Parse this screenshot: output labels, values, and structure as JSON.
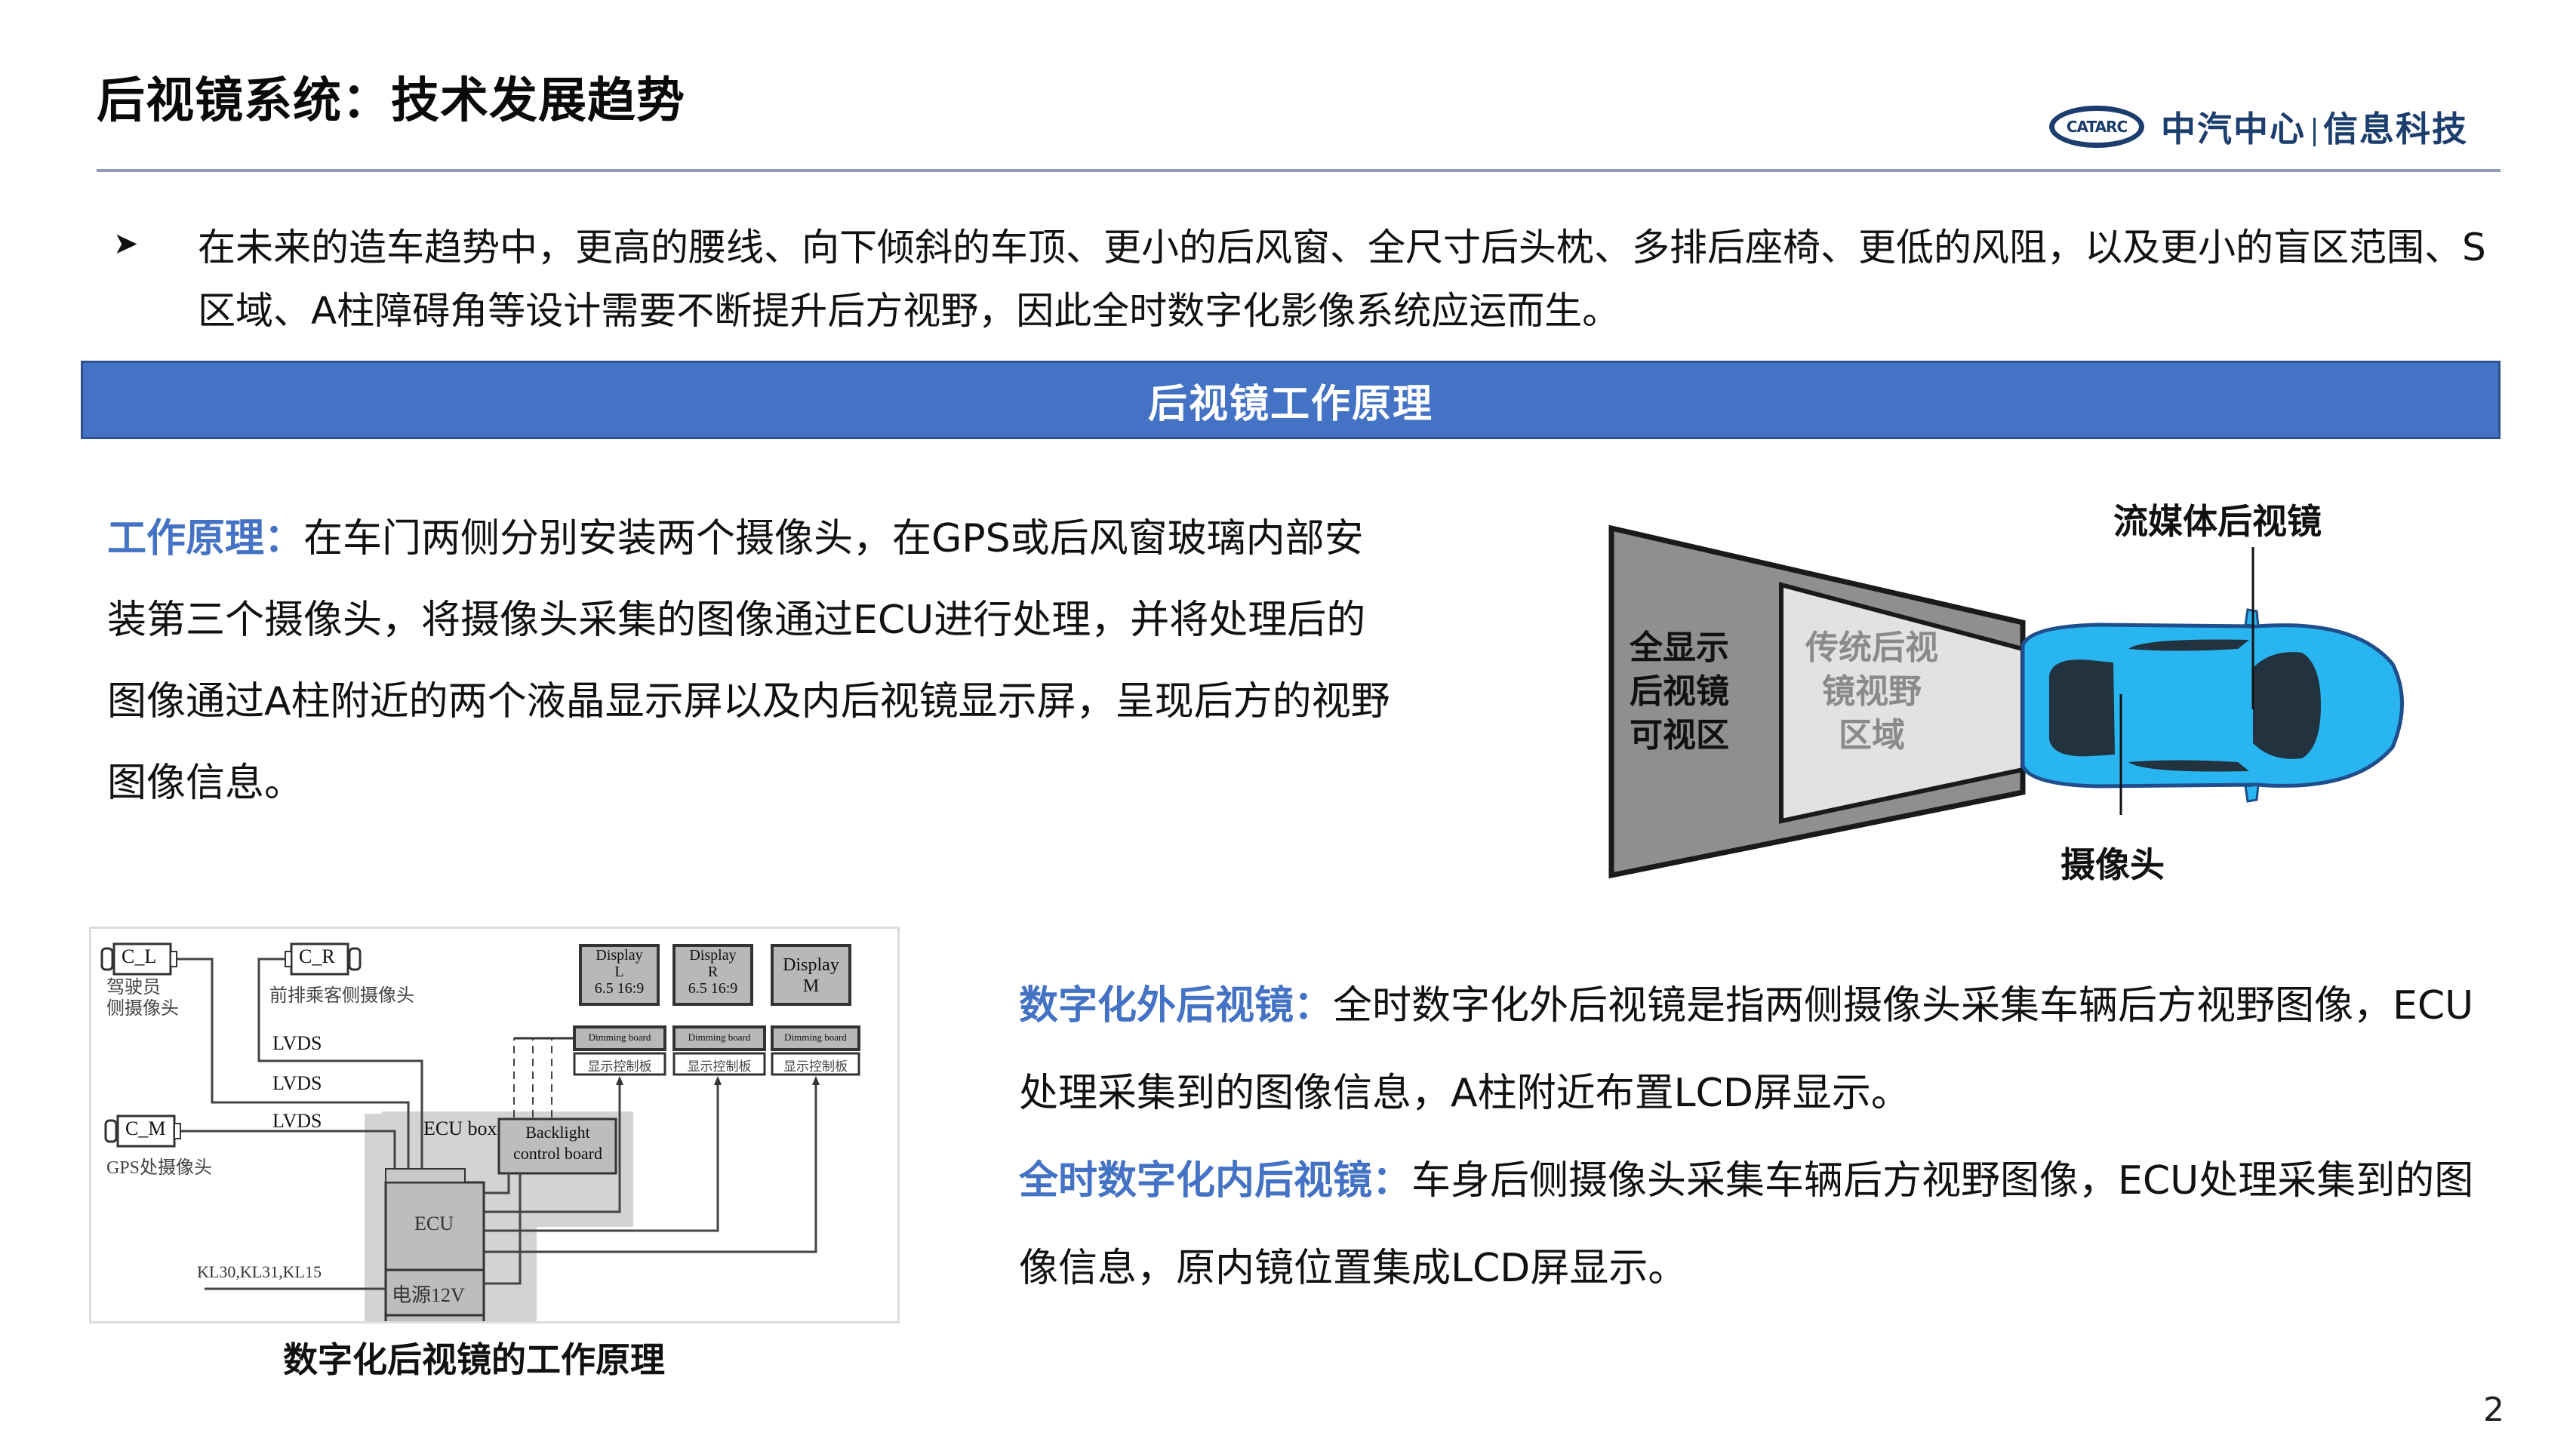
{
  "header": {
    "title": "后视镜系统：技术发展趋势",
    "logo": {
      "emblem_text": "CATARC",
      "org_name": "中汽中心",
      "division": "信息科技",
      "color": "#1c3e6e"
    }
  },
  "intro": {
    "bullet_icon": "arrowhead-bullet-icon",
    "text": "在未来的造车趋势中，更高的腰线、向下倾斜的车顶、更小的后风窗、全尺寸后头枕、多排后座椅、更低的风阻，以及更小的盲区范围、S区域、A柱障碍角等设计需要不断提升后方视野，因此全时数字化影像系统应运而生。"
  },
  "banner": {
    "title": "后视镜工作原理",
    "color": "#4472c4"
  },
  "principle": {
    "label": "工作原理：",
    "text": "在车门两侧分别安装两个摄像头，在GPS或后风窗玻璃内部安装第三个摄像头，将摄像头采集的图像通过ECU进行处理，并将处理后的图像通过A柱附近的两个液晶显示屏以及内后视镜显示屏，呈现后方的视野图像信息。",
    "label_color": "#4472c4"
  },
  "fov_figure": {
    "outer_zone_label": [
      "全显示",
      "后视镜",
      "可视区"
    ],
    "inner_zone_label": [
      "传统后视",
      "镜视野",
      "区域"
    ],
    "callout_mirror": "流媒体后视镜",
    "callout_camera": "摄像头",
    "car_color": "#29b6f0",
    "car_glass_color": "#22323f"
  },
  "ecu_diagram": {
    "cameras": [
      {
        "id": "C_L",
        "label_lines": [
          "驾驶员",
          "侧摄像头"
        ]
      },
      {
        "id": "C_R",
        "label_lines": [
          "前排乘客侧摄像头"
        ]
      },
      {
        "id": "C_M",
        "label_lines": [
          "GPS处摄像头"
        ]
      }
    ],
    "links": [
      "LVDS",
      "LVDS",
      "LVDS"
    ],
    "ecu_box_label": "ECU box",
    "ecu_label": "ECU",
    "backlight_label": [
      "Backlight",
      "control board"
    ],
    "power_label": "电源12V",
    "power_input_label": "KL30,KL31,KL15",
    "displays": [
      {
        "lines": [
          "Display",
          "L",
          "6.5 16:9"
        ],
        "dimming": "Dimming board",
        "controller": "显示控制板"
      },
      {
        "lines": [
          "Display",
          "R",
          "6.5 16:9"
        ],
        "dimming": "Dimming board",
        "controller": "显示控制板"
      },
      {
        "lines": [
          "Display",
          "M"
        ],
        "dimming": "Dimming board",
        "controller": "显示控制板"
      }
    ],
    "caption": "数字化后视镜的工作原理"
  },
  "descriptions": [
    {
      "label": "数字化外后视镜：",
      "text": "全时数字化外后视镜是指两侧摄像头采集车辆后方视野图像，ECU处理采集到的图像信息，A柱附近布置LCD屏显示。"
    },
    {
      "label": "全时数字化内后视镜：",
      "text": "车身后侧摄像头采集车辆后方视野图像，ECU处理采集到的图像信息，原内镜位置集成LCD屏显示。"
    }
  ],
  "footer": {
    "page_number": "2"
  }
}
